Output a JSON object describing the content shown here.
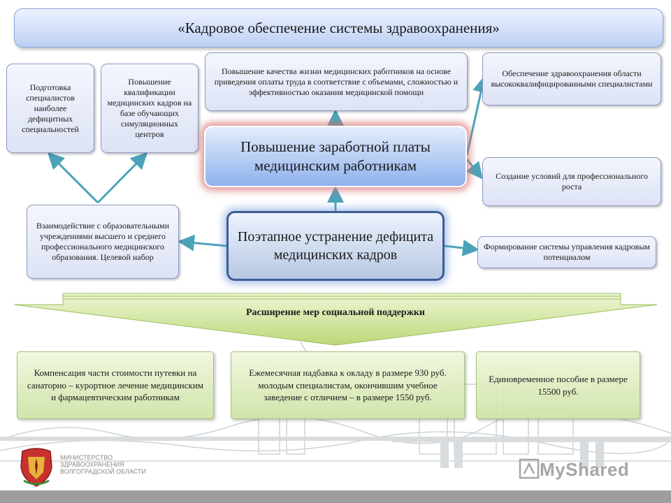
{
  "title": "«Кадровое обеспечение системы здравоохранения»",
  "center": {
    "salary": "Повышение заработной платы медицинским работникам",
    "deficit": "Поэтапное устранение дефицита медицинских кадров"
  },
  "left": {
    "training": "Подготовка специалистов наиболее дефицитных специальностей",
    "qualification": "Повышение квалификации медицинских кадров на базе обучающих симуляционных центров",
    "interaction": "Взаимодействие с образовательными учреждениями высшего и среднего профессионального медицинского образования. Целевой набор"
  },
  "top": {
    "quality": "Повышение качества жизни медицинских работников на основе приведения оплаты труда в соответствие с объемами, сложностью и эффективностью оказания медицинской помощи"
  },
  "right": {
    "specialists": "Обеспечение здравоохранения области высококвалифицированными специалистами",
    "growth": "Создание условий для профессионального роста",
    "management": "Формирование системы управления кадровым потенциалом"
  },
  "social": {
    "label": "Расширение мер социальной поддержки",
    "boxes": [
      "Компенсация части стоимости путевки на санаторно – курортное лечение медицинским и фармацевтическим работникам",
      "Ежемесячная надбавка к окладу в размере 930 руб. молодым специалистам, окончившим учебное заведение с отличием – в размере 1550 руб.",
      "Единовременное пособие в размере 15500 руб."
    ]
  },
  "footer": {
    "ministry": [
      "МИНИСТЕРСТВО",
      "ЗДРАВООХРАНЕНИЯ",
      "ВОЛГОГРАДСКОЙ ОБЛАСТИ"
    ],
    "watermark": "MyShared"
  },
  "colors": {
    "arrow": "#4aa3b8",
    "box_border": "#8d98c4",
    "green_box": "#d6e8b4",
    "ribbon": "#c9e08a"
  }
}
